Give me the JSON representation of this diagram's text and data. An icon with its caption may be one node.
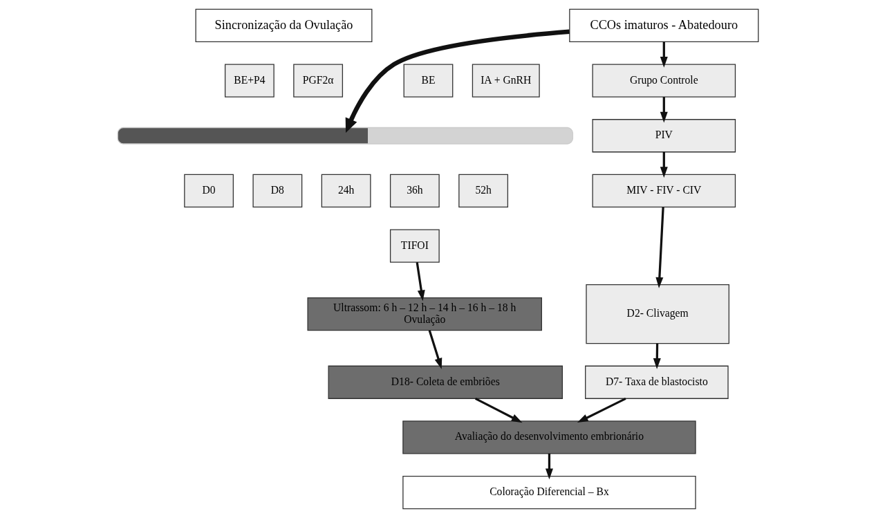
{
  "diagram": {
    "nodes": [
      {
        "text": [
          "Sincronização da Ovulação"
        ]
      },
      {
        "text": [
          "CCOs imaturos - Abatedouro"
        ]
      },
      {
        "text": [
          "BE+P4"
        ]
      },
      {
        "text": [
          "PGF2α"
        ]
      },
      {
        "text": [
          "BE"
        ]
      },
      {
        "text": [
          "IA + GnRH"
        ]
      },
      {
        "text": [],
        "shape": "bar"
      },
      {
        "text": [
          "D0"
        ]
      },
      {
        "text": [
          "D8"
        ]
      },
      {
        "text": [
          "24h"
        ]
      },
      {
        "text": [
          "36h"
        ]
      },
      {
        "text": [
          "52h"
        ]
      },
      {
        "text": [
          "TIFOI"
        ]
      },
      {
        "text": [
          "Ultrassom: 6 h – 12 h – 14 h – 16 h – 18 h",
          "Ovulação"
        ]
      },
      {
        "text": [
          "D18- Coleta de embriões"
        ]
      },
      {
        "text": [
          "Grupo Controle"
        ]
      },
      {
        "text": [
          "PIV"
        ]
      },
      {
        "text": [
          "MIV - FIV - CIV"
        ]
      },
      {
        "text": [
          "D2- Clivagem"
        ]
      },
      {
        "text": [
          "D7- Taxa de blastocisto"
        ]
      },
      {
        "text": [
          "Avaliação do desenvolvimento embrionário"
        ]
      },
      {
        "text": [
          "Coloração Diferencial – Bx"
        ]
      }
    ],
    "edges": [
      {
        "from": 1,
        "to": 6,
        "arrow": "to",
        "style": "thick"
      },
      {
        "from": 12,
        "to": 13,
        "arrow": "to"
      },
      {
        "from": 13,
        "to": 14,
        "arrow": "to"
      },
      {
        "from": 14,
        "to": 20,
        "arrow": "to"
      },
      {
        "from": 19,
        "to": 20,
        "arrow": "to"
      },
      {
        "from": 20,
        "to": 21,
        "arrow": "to"
      },
      {
        "from": 1,
        "to": 15,
        "arrow": "to"
      },
      {
        "from": 15,
        "to": 16,
        "arrow": "to"
      },
      {
        "from": 16,
        "to": 17,
        "arrow": "to"
      },
      {
        "from": 17,
        "to": 18,
        "arrow": "to"
      },
      {
        "from": 18,
        "to": 19,
        "arrow": "to"
      }
    ]
  }
}
